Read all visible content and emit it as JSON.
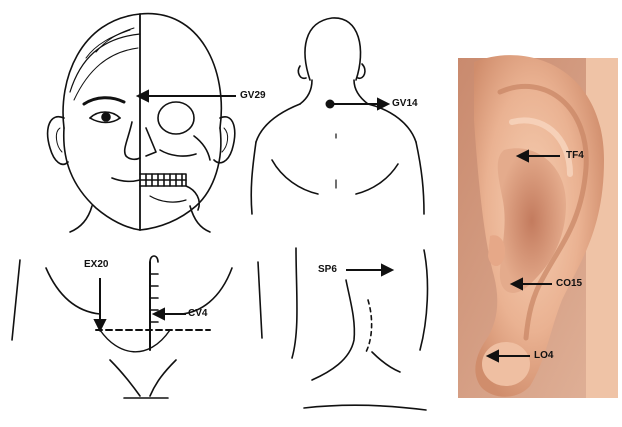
{
  "panels": {
    "head_face": {
      "points": [
        "GV29"
      ]
    },
    "upper_back": {
      "points": [
        "GV14"
      ]
    },
    "lower_neck_chest": {
      "points": [
        "EX20",
        "CV4"
      ]
    },
    "leg_ankle": {
      "points": [
        "SP6"
      ]
    },
    "ear_photo": {
      "points": [
        "TF4",
        "CO15",
        "LO4"
      ]
    }
  },
  "colors": {
    "line": "#111111",
    "ear_bg": "#c98a6e",
    "skin_light": "#f2c4a6",
    "skin_mid": "#e3a584",
    "skin_shadow": "#b8735a"
  }
}
